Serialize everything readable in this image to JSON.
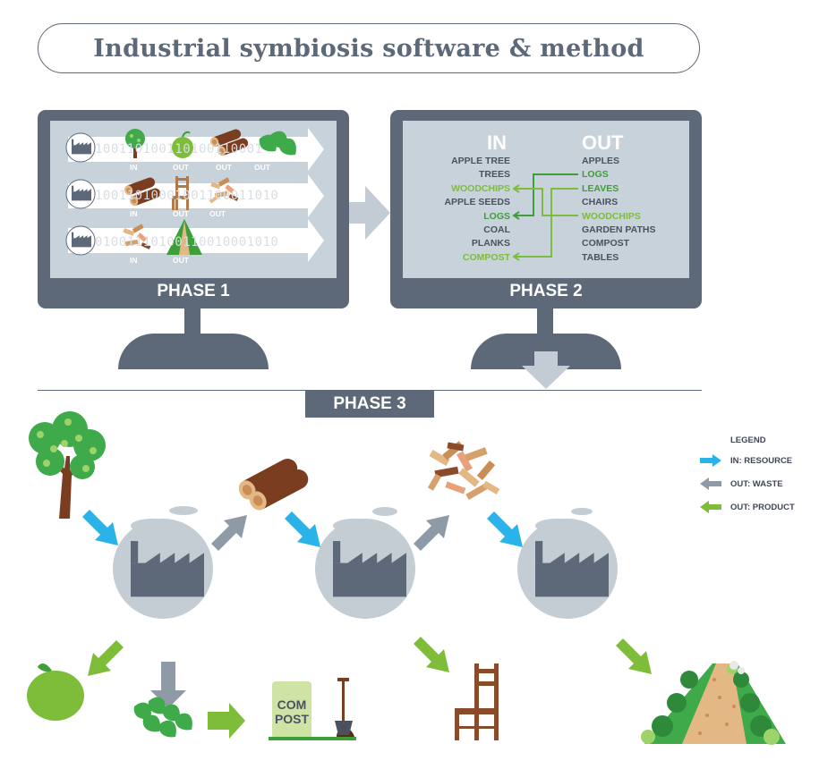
{
  "title": "Industrial symbiosis software & method",
  "phase1": {
    "label": "PHASE 1",
    "rows": [
      {
        "binary": "100110100110100110001",
        "tags": [
          "IN",
          "OUT",
          "OUT",
          "OUT"
        ]
      },
      {
        "binary": "10011010001001100011010",
        "tags": [
          "IN",
          "OUT",
          "OUT"
        ]
      },
      {
        "binary": "01001110100110010001010",
        "tags": [
          "IN",
          "OUT"
        ]
      }
    ]
  },
  "phase2": {
    "label": "PHASE 2",
    "in_header": "IN",
    "out_header": "OUT",
    "in_items": [
      "APPLE TREE",
      "TREES",
      "WOODCHIPS",
      "APPLE SEEDS",
      "LOGS",
      "COAL",
      "PLANKS",
      "COMPOST"
    ],
    "out_items": [
      "APPLES",
      "LOGS",
      "LEAVES",
      "CHAIRS",
      "WOODCHIPS",
      "GARDEN PATHS",
      "COMPOST",
      "TABLES"
    ]
  },
  "phase3": {
    "label": "PHASE 3",
    "compost_text": [
      "COM",
      "POST"
    ]
  },
  "legend": {
    "title": "LEGEND",
    "items": [
      {
        "label": "IN: RESOURCE",
        "color": "#29b3e8"
      },
      {
        "label": "OUT: WASTE",
        "color": "#8e9aa6"
      },
      {
        "label": "OUT: PRODUCT",
        "color": "#7dbd3a"
      }
    ]
  },
  "colors": {
    "slate": "#5d6878",
    "screen": "#c8d2da",
    "resource": "#29b3e8",
    "waste": "#8e9aa6",
    "product": "#7dbd3a",
    "factory_circle": "#c4ccd4",
    "wood": "#8a4b2a"
  }
}
